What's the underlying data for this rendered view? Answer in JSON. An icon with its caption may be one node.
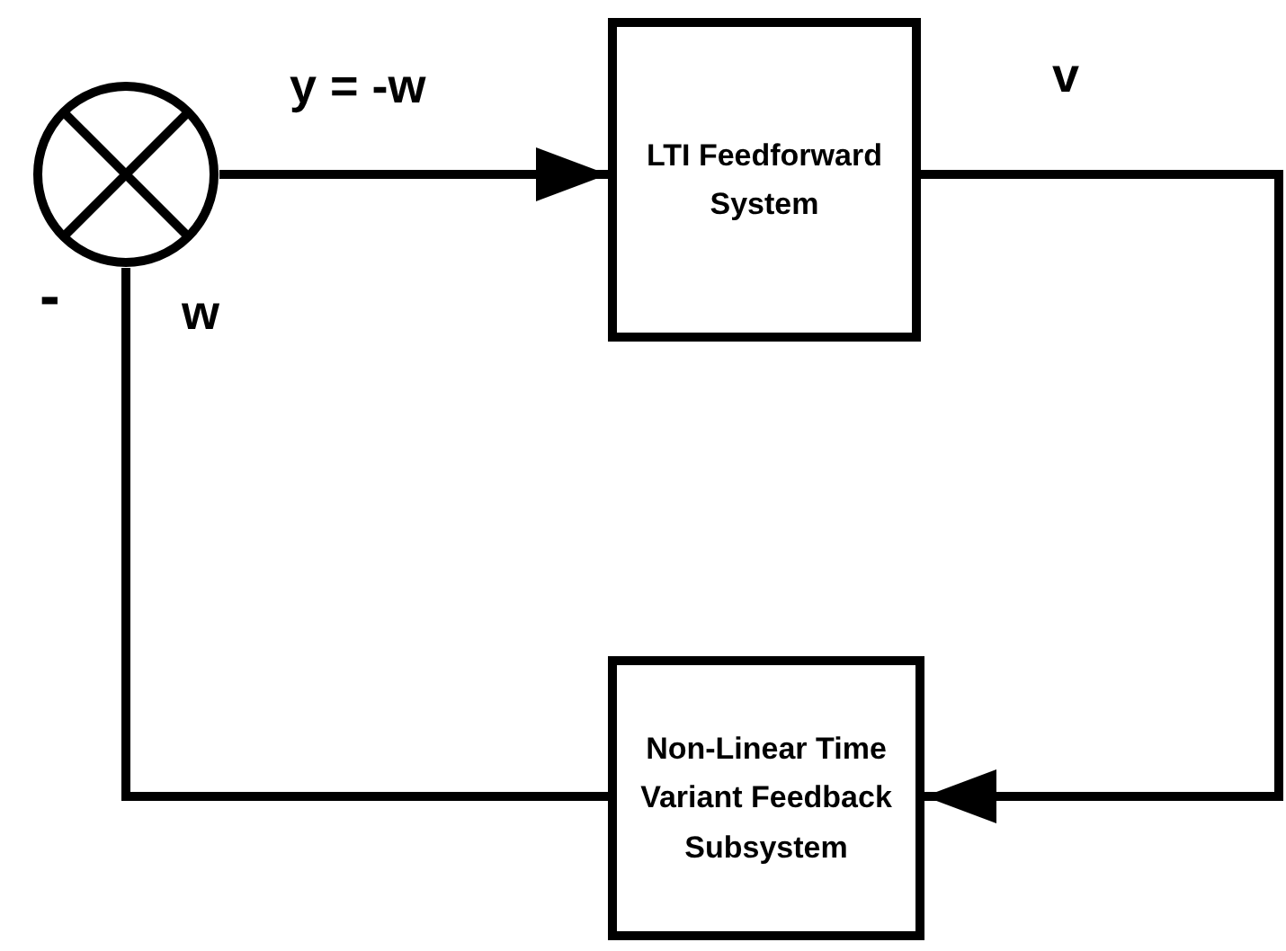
{
  "diagram": {
    "nodes": [
      {
        "text": [],
        "shape": "circle"
      },
      {
        "text": [
          "LTI Feedforward System"
        ]
      },
      {
        "text": [
          "Non-Linear Time Variant Feedback Subsystem"
        ]
      }
    ],
    "edges": [
      {
        "from": 0,
        "to": 1,
        "arrow": "to",
        "label": "y = -w"
      },
      {
        "from": 1,
        "to": 2,
        "arrow": "to",
        "label": "v"
      },
      {
        "from": 2,
        "to": 0,
        "arrow": "none",
        "label": "w"
      }
    ],
    "labels": [
      "-"
    ]
  }
}
